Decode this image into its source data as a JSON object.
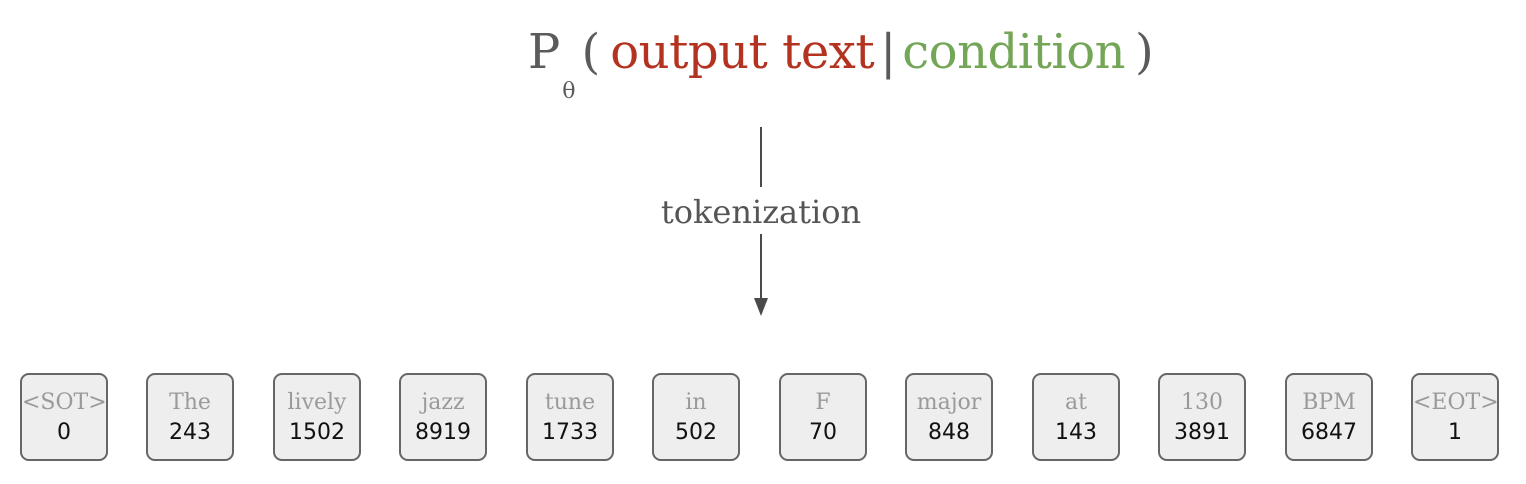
{
  "formula": {
    "prob_symbol": "P",
    "subscript": "θ",
    "open_paren": "(",
    "output": "output text",
    "separator": "|",
    "condition": "condition",
    "close_paren": ")"
  },
  "colors": {
    "output_text": "#b33320",
    "condition": "#74a657",
    "neutral": "#555555",
    "token_bg": "#eeeeee",
    "token_border": "#666666"
  },
  "tokenization_label": "tokenization",
  "tokens": [
    {
      "word": "<SOT>",
      "id": "0"
    },
    {
      "word": "The",
      "id": "243"
    },
    {
      "word": "lively",
      "id": "1502"
    },
    {
      "word": "jazz",
      "id": "8919"
    },
    {
      "word": "tune",
      "id": "1733"
    },
    {
      "word": "in",
      "id": "502"
    },
    {
      "word": "F",
      "id": "70"
    },
    {
      "word": "major",
      "id": "848"
    },
    {
      "word": "at",
      "id": "143"
    },
    {
      "word": "130",
      "id": "3891"
    },
    {
      "word": "BPM",
      "id": "6847"
    },
    {
      "word": "<EOT>",
      "id": "1"
    }
  ]
}
